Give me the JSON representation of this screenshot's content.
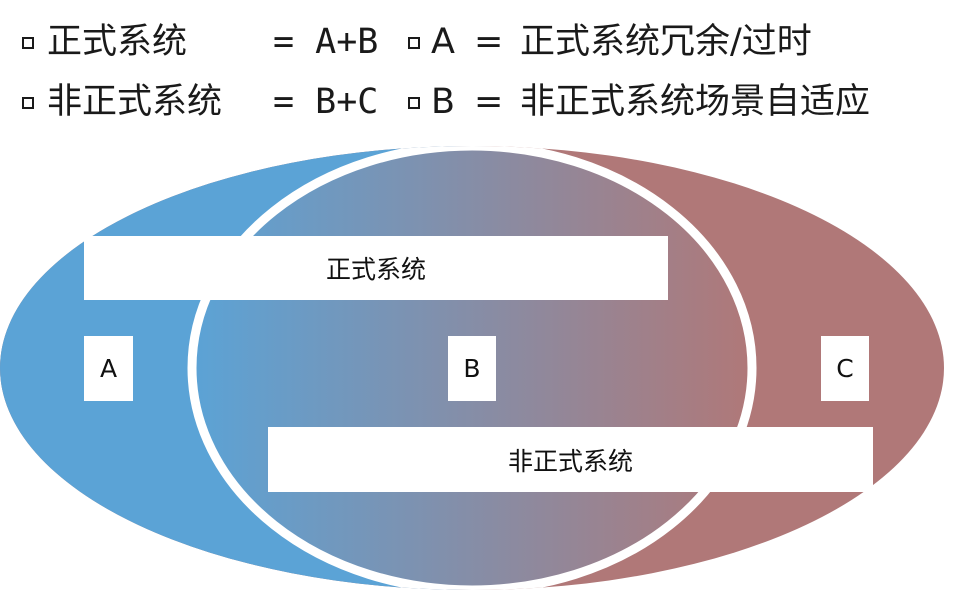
{
  "legend": {
    "row1": {
      "term": "正式系统",
      "formula": "= A+B",
      "def_key": "A",
      "def_eq": "=",
      "def_text": "正式系统冗余/过时"
    },
    "row2": {
      "term": "非正式系统",
      "formula": "= B+C",
      "def_key": "B",
      "def_eq": "=",
      "def_text": "非正式系统场景自适应"
    }
  },
  "venn": {
    "set_left_label": "正式系统",
    "set_right_label": "非正式系统",
    "region_a": "A",
    "region_b": "B",
    "region_c": "C"
  },
  "colors": {
    "left_set": "#5ba3d6",
    "right_set": "#b07878",
    "separator": "#ffffff"
  }
}
